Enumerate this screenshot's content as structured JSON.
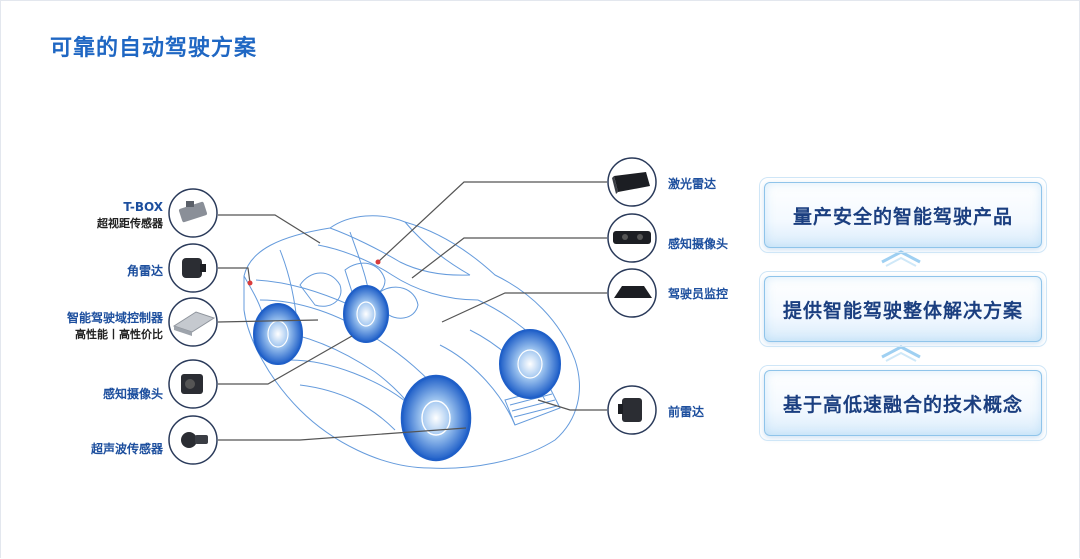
{
  "title": "可靠的自动驾驶方案",
  "left_labels": {
    "tbox_title": "T-BOX",
    "tbox_sub": "超视距传感器",
    "corner_radar": "角雷达",
    "domain_ctrl_title": "智能驾驶域控制器",
    "domain_ctrl_sub": "高性能丨高性价比",
    "camera_left": "感知摄像头",
    "ultrasonic": "超声波传感器"
  },
  "right_labels": {
    "lidar": "激光雷达",
    "camera_right": "感知摄像头",
    "driver_monitor": "驾驶员监控",
    "front_radar": "前雷达"
  },
  "boxes": [
    "量产安全的智能驾驶产品",
    "提供智能驾驶整体解决方案",
    "基于高低速融合的技术概念"
  ],
  "colors": {
    "title": "#1f67c3",
    "wire": "#3b7fd0",
    "wheel": "#1f5fc8",
    "box_border": "#8fc4ea",
    "box_text": "#1b3f80"
  }
}
